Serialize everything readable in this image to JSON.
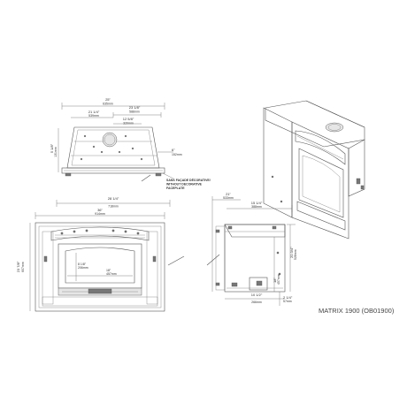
{
  "top_view": {
    "overall_width": "25\"",
    "overall_width_mm": "635mm",
    "right_width": "23 1/8\"",
    "right_width_mm": "588mm",
    "mid_width": "21 1/4\"",
    "mid_width_mm": "539mm",
    "flue_offset": "12 5/8\"",
    "flue_offset_mm": "320mm",
    "depth": "5 1/8\"",
    "depth_mm": "131mm",
    "side_label": "6\"",
    "side_label_mm": "152mm",
    "facade_note": [
      "SANS FAÇADE DÉCORATIVE/",
      "WITHOUT DECORATIVE",
      "FACEPLATE"
    ],
    "bottom_width": "28 1/4\"",
    "bottom_width_mm": "718mm"
  },
  "front_view": {
    "width": "36\"",
    "width_mm": "914mm",
    "height": "23 7/8\"",
    "height_mm": "607mm",
    "glass_height": "8 1/8\"",
    "glass_height_mm": "206mm",
    "glass_width": "18\"",
    "glass_width_mm": "457mm"
  },
  "side_view": {
    "total_depth": "21\"",
    "total_depth_mm": "533mm",
    "top_depth": "15 1/4\"",
    "top_depth_mm": "388mm",
    "height": "20 3/4\"",
    "height_mm": "528mm",
    "lower_height": "18\"",
    "lower_height_mm": "457mm",
    "bottom_depth": "10 1/2\"",
    "bottom_depth_mm": "266mm",
    "base_height": "2 1/4\"",
    "base_height_mm": "57mm"
  },
  "model_title": "MATRIX 1900 (OB01900)"
}
